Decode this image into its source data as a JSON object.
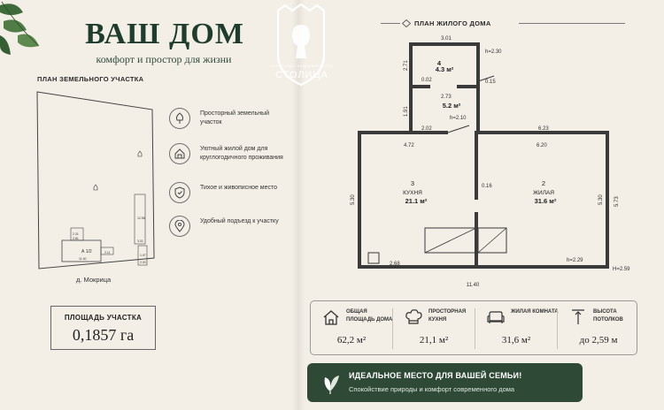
{
  "header": {
    "title": "ВАШ ДОМ",
    "subtitle": "комфорт и простор для жизни"
  },
  "logo": {
    "small_text": "АГЕНТСТВО НЕДВИЖИМОСТИ",
    "name": "СТОЛИЦА"
  },
  "land_plan": {
    "title": "ПЛАН ЗЕМЕЛЬНОГО УЧАСТКА",
    "village": "д. Мокрица",
    "labels": {
      "house": "А 1/2",
      "house_dim": "11.40",
      "side_dim": "2.11",
      "small_a": "2.31",
      "small_b": "2.81",
      "shed_dim": "12.56",
      "shed_b": "3.01",
      "bottom_a": "1.97",
      "bottom_b": "2.02"
    }
  },
  "features": [
    {
      "icon": "tree-icon",
      "text": "Просторный земельный участок"
    },
    {
      "icon": "home-icon",
      "text": "Уютный жилой дом для круглогодичного проживания"
    },
    {
      "icon": "shield-icon",
      "text": "Тихое и живописное место"
    },
    {
      "icon": "map-pin-icon",
      "text": "Удобный подъезд к участку"
    }
  ],
  "area": {
    "label": "ПЛОЩАДЬ УЧАСТКА",
    "value": "0,1857 га"
  },
  "house_plan": {
    "title": "ПЛАН ЖИЛОГО ДОМА",
    "room4": {
      "num": "4",
      "area": "4.3 м²"
    },
    "corridor": {
      "area": "5.2 м²"
    },
    "room3": {
      "num": "3",
      "name": "КУХНЯ",
      "area": "21.1 м²"
    },
    "room2": {
      "num": "2",
      "name": "ЖИЛАЯ",
      "area": "31.6 м²"
    },
    "dims": {
      "d301": "3.01",
      "h230": "h=2.30",
      "d271": "2.71",
      "d002": "0.02",
      "d273": "2.73",
      "d015": "0.15",
      "d191": "1.91",
      "h210": "h=2.10",
      "d202": "2.02",
      "d472": "4.72",
      "d623": "6.23",
      "d620": "6.20",
      "d530l": "5.30",
      "d530r": "5.30",
      "d573": "5.73",
      "d016": "0.16",
      "d268": "2.68",
      "h229": "h=2.29",
      "h259": "H=2.59",
      "d1140": "11.40"
    }
  },
  "stats": [
    {
      "icon": "house-icon",
      "label": "ОБЩАЯ ПЛОЩАДЬ ДОМА",
      "value": "62,2 м²"
    },
    {
      "icon": "chef-hat-icon",
      "label": "ПРОСТОРНАЯ КУХНЯ",
      "value": "21,1 м²"
    },
    {
      "icon": "sofa-icon",
      "label": "ЖИЛАЯ КОМНАТА",
      "value": "31,6 м²"
    },
    {
      "icon": "height-arrow-icon",
      "label": "ВЫСОТА ПОТОЛКОВ",
      "value": "до 2,59 м"
    }
  ],
  "banner": {
    "title": "ИДЕАЛЬНОЕ МЕСТО ДЛЯ ВАШЕЙ СЕМЬИ!",
    "subtitle": "Спокойствие природы и комфорт современного дома"
  },
  "colors": {
    "background": "#f3efe6",
    "accent_green": "#2e4a37",
    "title_green": "#1f3d2c"
  }
}
